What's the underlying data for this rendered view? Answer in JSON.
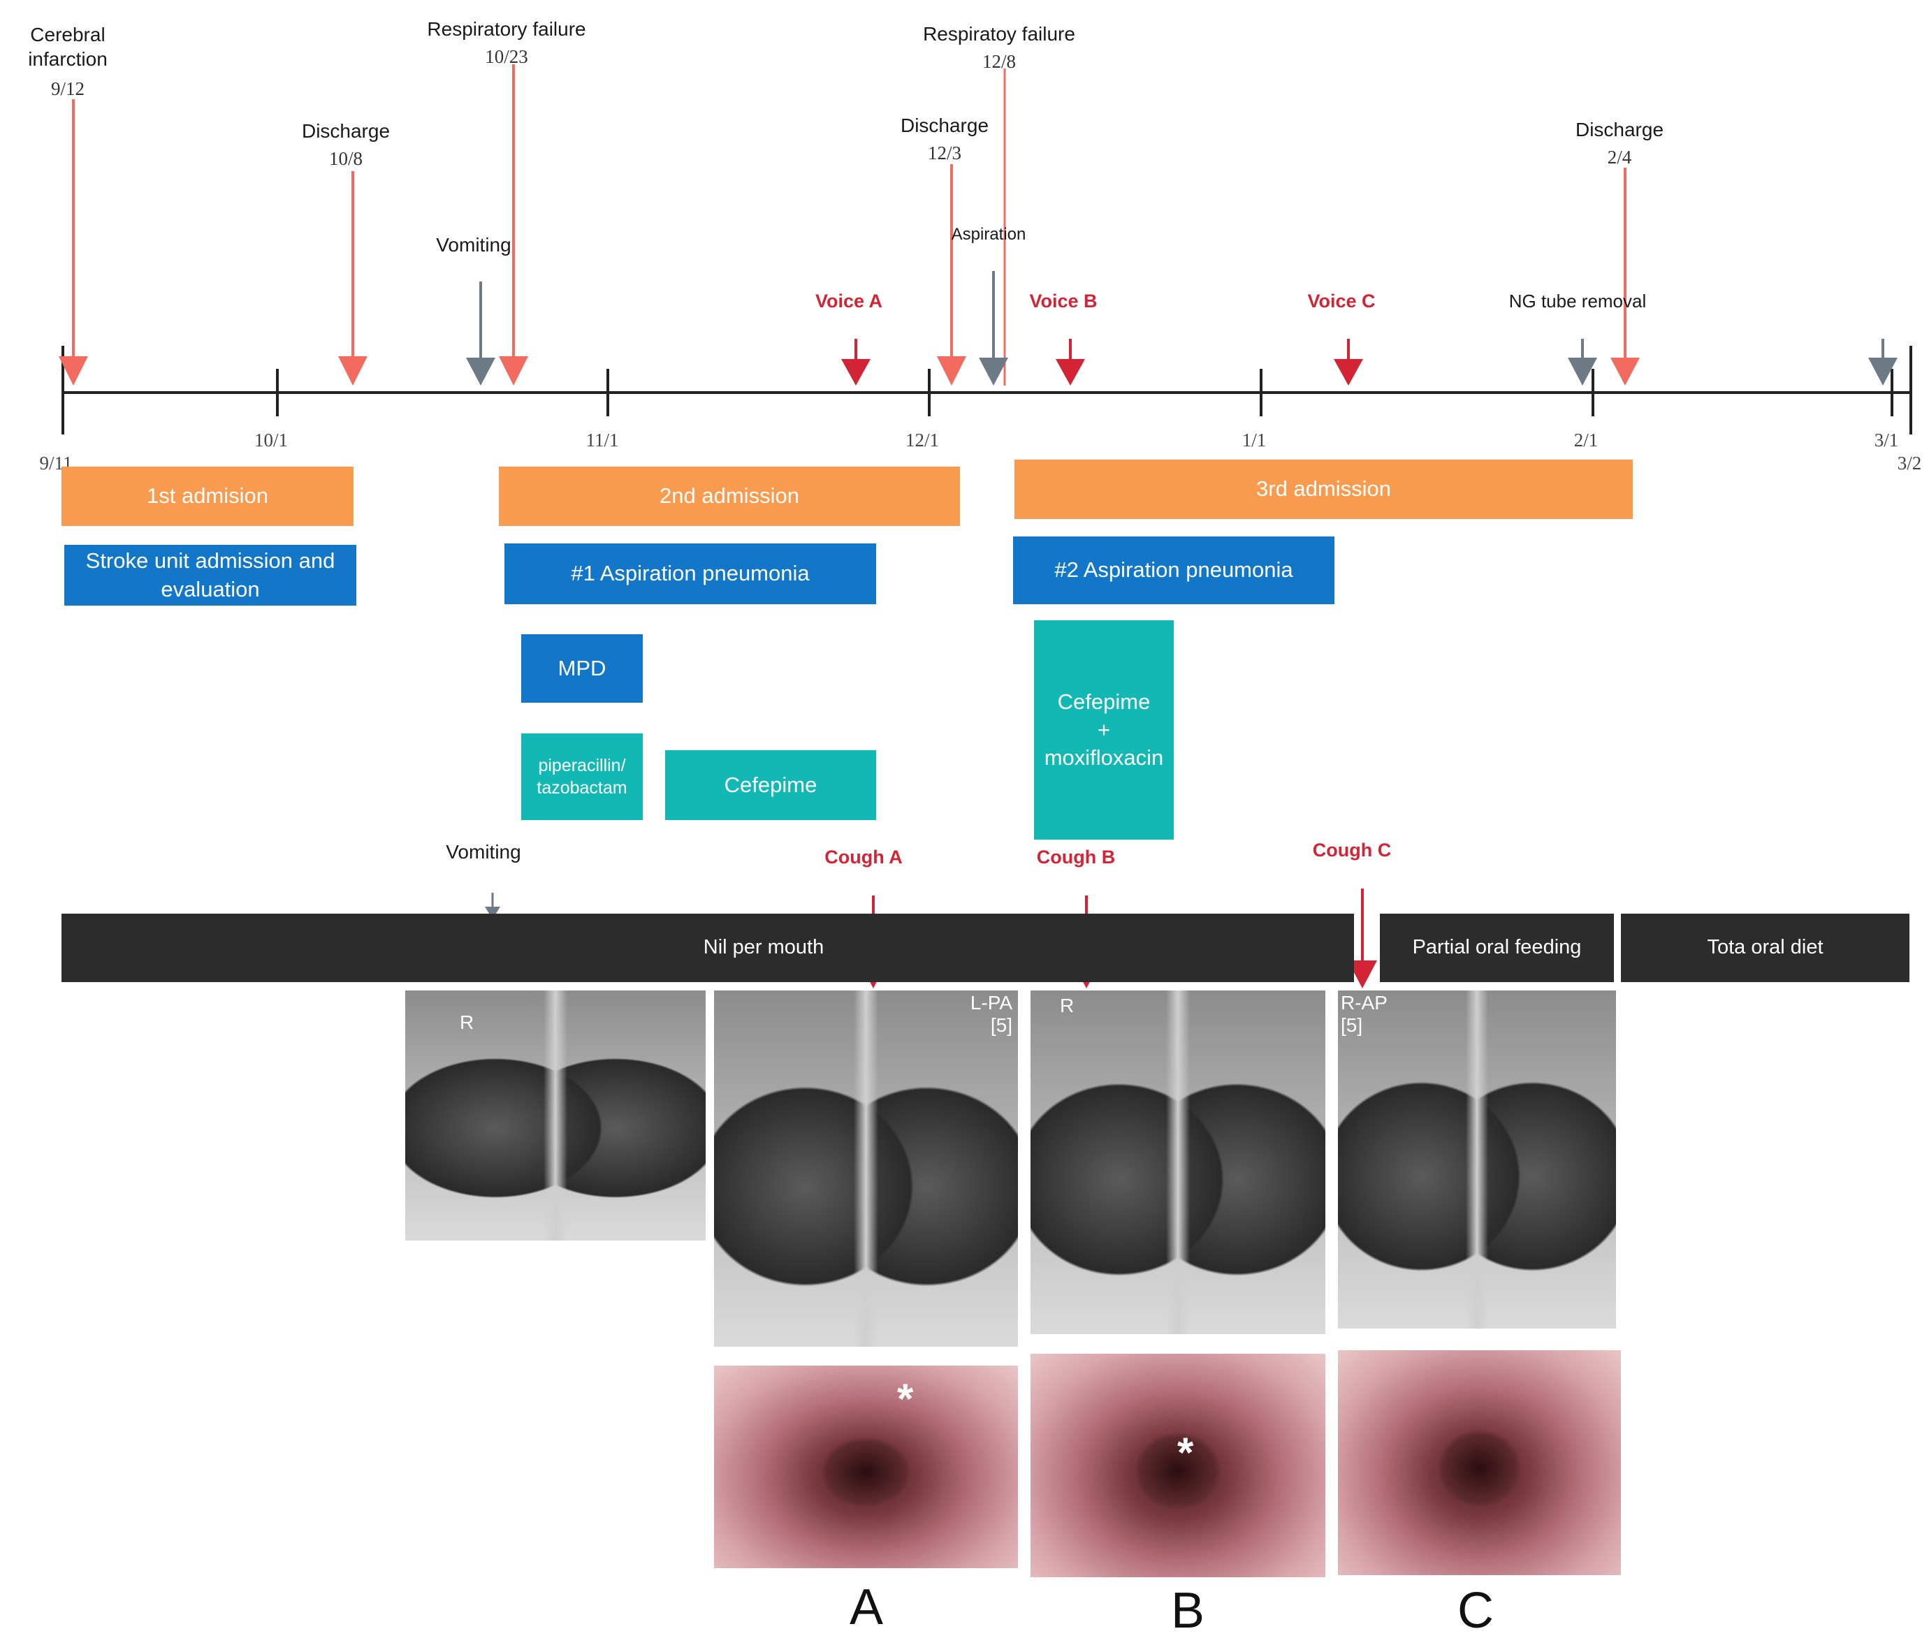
{
  "events": {
    "cerebral_infarction": {
      "label": "Cerebral\ninfarction",
      "date": "9/12"
    },
    "discharge1": {
      "label": "Discharge",
      "date": "10/8"
    },
    "vomiting1": {
      "label": "Vomiting"
    },
    "respiratory_failure1": {
      "label": "Respiratory failure",
      "date": "10/23"
    },
    "voice_a": {
      "label": "Voice A"
    },
    "discharge2": {
      "label": "Discharge",
      "date": "12/3"
    },
    "aspiration": {
      "label": "Aspiration"
    },
    "respiratory_failure2": {
      "label": "Respiratoy failure",
      "date": "12/8"
    },
    "voice_b": {
      "label": "Voice B"
    },
    "voice_c": {
      "label": "Voice C"
    },
    "ng_tube_removal": {
      "label": "NG tube removal"
    },
    "discharge3": {
      "label": "Discharge",
      "date": "2/4"
    }
  },
  "axis_labels": [
    "9/11",
    "10/1",
    "11/1",
    "12/1",
    "1/1",
    "2/1",
    "3/1",
    "3/2"
  ],
  "bars": {
    "admission1": "1st admision",
    "admission2": "2nd admission",
    "admission3": "3rd admission",
    "stroke_unit": "Stroke unit admission and evaluation",
    "pneumonia1": "#1 Aspiration pneumonia",
    "pneumonia2": "#2 Aspiration pneumonia",
    "mpd": "MPD",
    "pip_taz": "piperacillin/ tazobactam",
    "cefepime1": "Cefepime",
    "cefepime_moxi": "Cefepime\n+\nmoxifloxacin"
  },
  "lower_events": {
    "vomiting2": "Vomiting",
    "cough_a": "Cough A",
    "cough_b": "Cough B",
    "cough_c": "Cough C"
  },
  "diet": {
    "npo": "Nil per mouth",
    "partial": "Partial oral feeding",
    "total": "Tota oral diet"
  },
  "image_tags": {
    "xray_a": "L-PA\n[5]",
    "xray_c": "R-AP\n[5]",
    "marker_r": "R"
  },
  "panels": [
    "A",
    "B",
    "C"
  ],
  "colors": {
    "orange": "#f89b4f",
    "blue": "#1277c9",
    "teal": "#12b9b4",
    "dark": "#2c2c2c",
    "red_event": "#d22435",
    "salmon_arrow": "#f26b5e",
    "gray_arrow": "#6c7a86"
  }
}
